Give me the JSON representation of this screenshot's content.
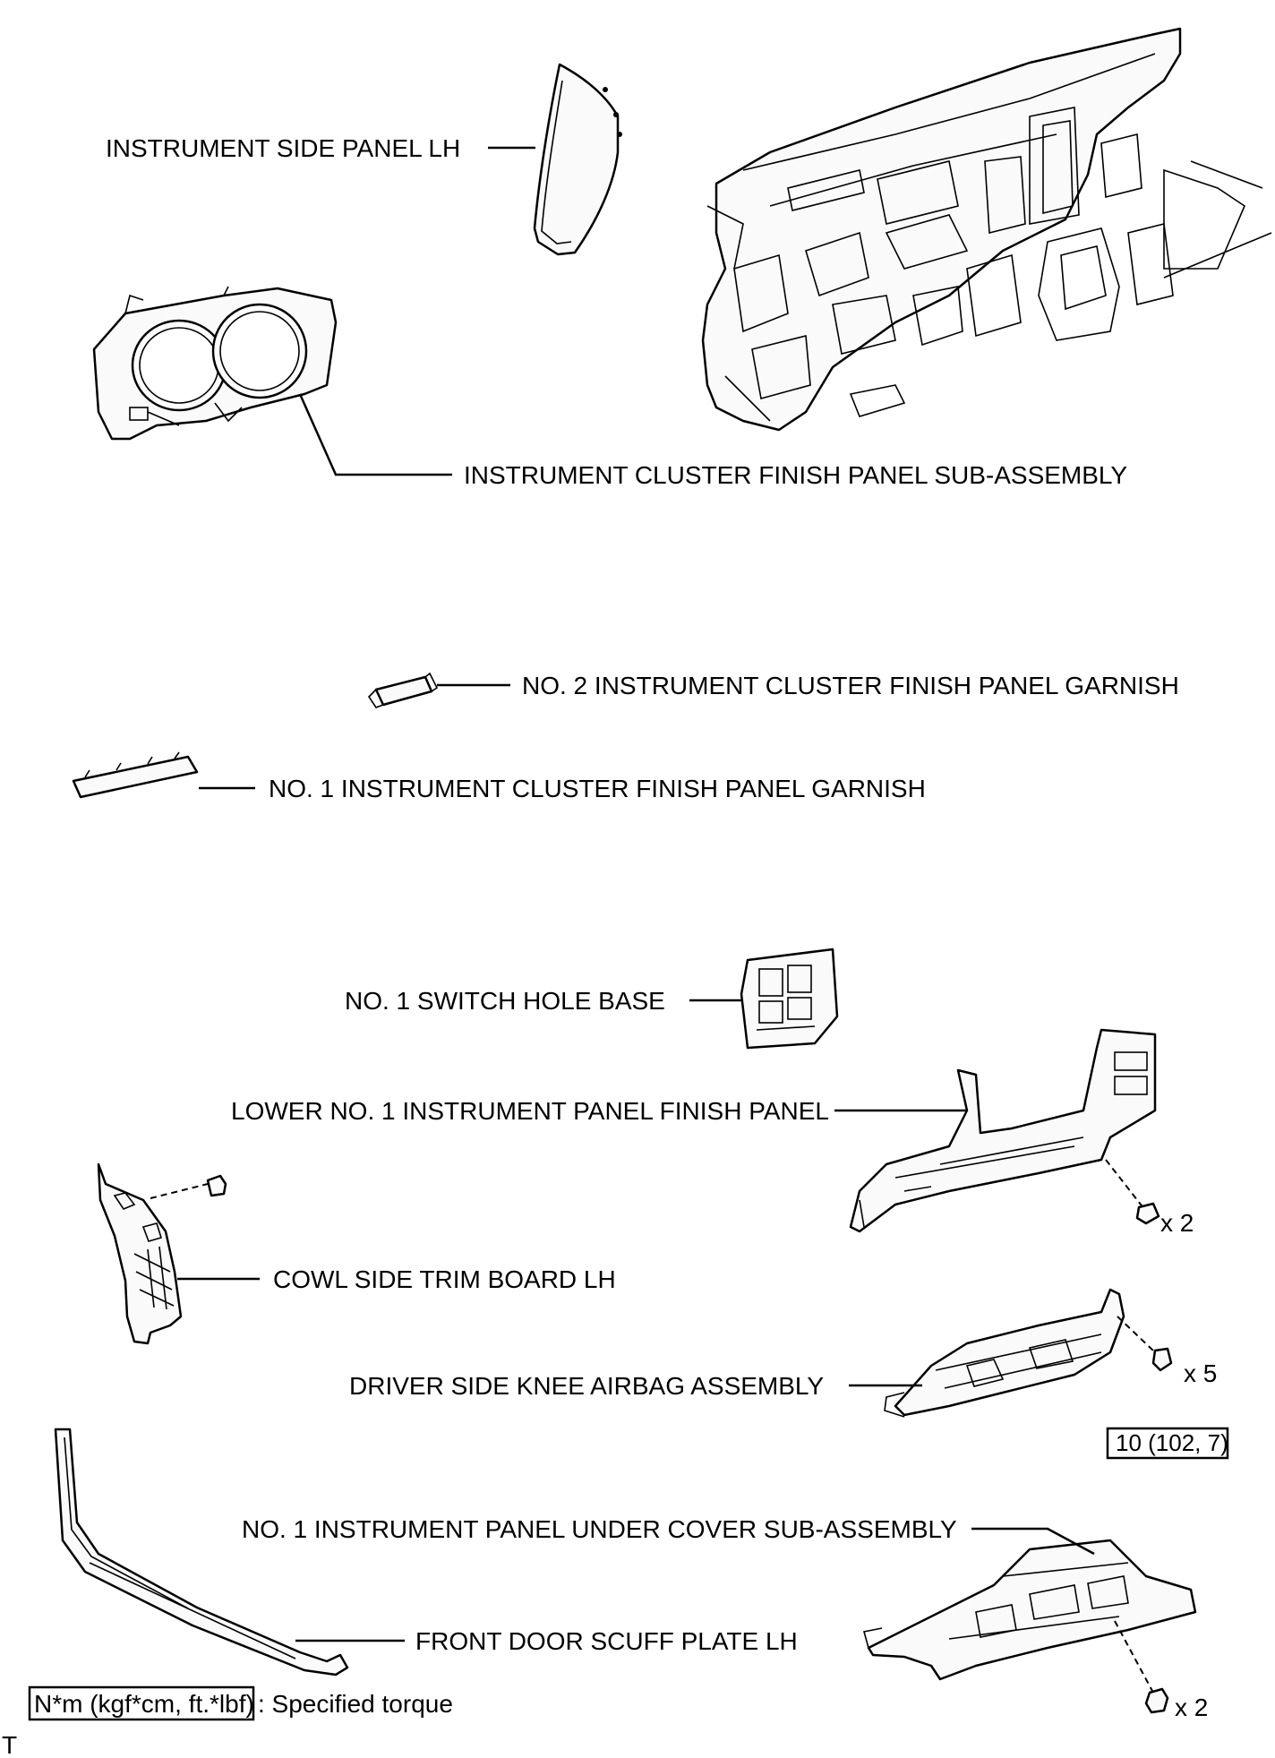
{
  "labels": {
    "instrument_side_panel_lh": "INSTRUMENT SIDE PANEL LH",
    "instrument_cluster_finish_panel": "INSTRUMENT CLUSTER FINISH PANEL SUB-ASSEMBLY",
    "no2_garnish": "NO. 2 INSTRUMENT CLUSTER FINISH PANEL GARNISH",
    "no1_garnish": "NO. 1 INSTRUMENT CLUSTER FINISH PANEL GARNISH",
    "no1_switch_hole_base": "NO. 1 SWITCH HOLE BASE",
    "lower_no1_finish_panel": "LOWER NO. 1 INSTRUMENT PANEL FINISH PANEL",
    "cowl_side_trim_board_lh": "COWL SIDE TRIM BOARD LH",
    "driver_side_knee_airbag": "DRIVER SIDE KNEE AIRBAG ASSEMBLY",
    "no1_under_cover": "NO. 1 INSTRUMENT PANEL UNDER COVER SUB-ASSEMBLY",
    "front_door_scuff_plate_lh": "FRONT DOOR SCUFF PLATE LH"
  },
  "quantities": {
    "lower_panel_bolts": "x 2",
    "airbag_bolts": "x 5",
    "under_cover_clips": "x 2"
  },
  "torque": {
    "airbag_bolts": "10 (102, 7)"
  },
  "legend": {
    "unit": "N*m (kgf*cm, ft.*lbf)",
    "description": ": Specified torque"
  },
  "corner_mark": "T",
  "colors": {
    "line": "#000000",
    "background": "#ffffff"
  }
}
